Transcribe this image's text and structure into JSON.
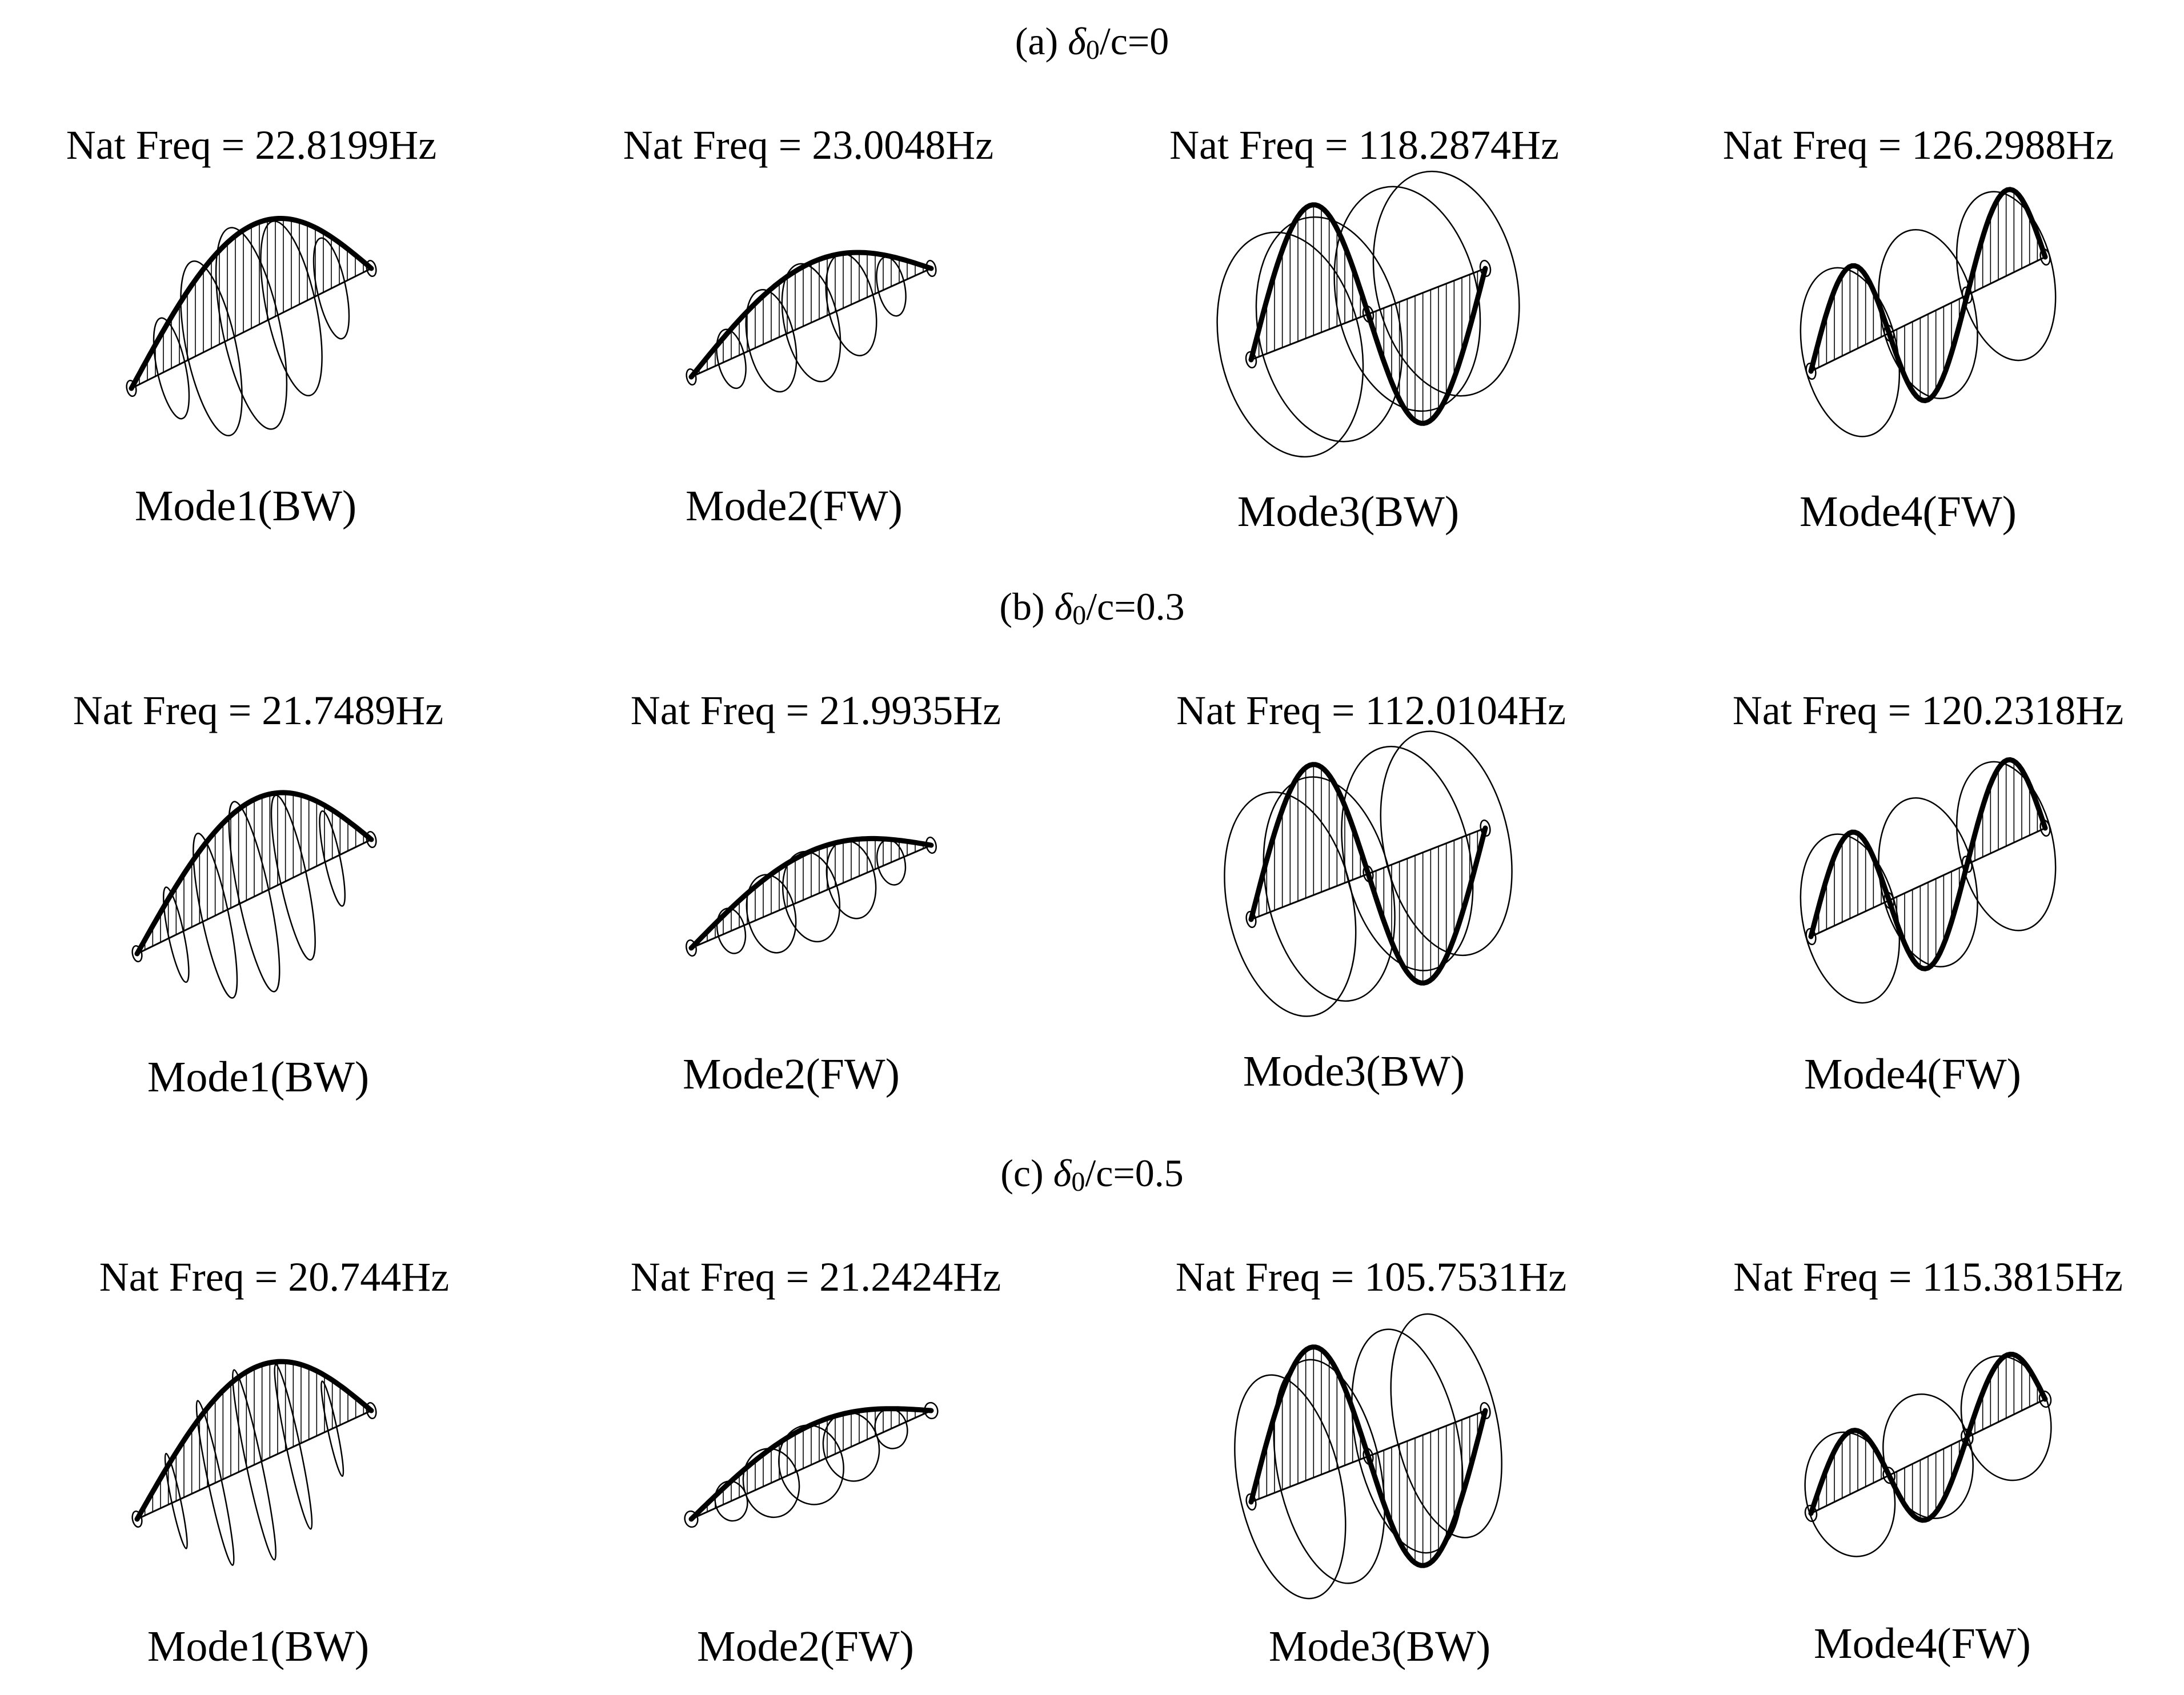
{
  "rows": [
    {
      "prefix": "(a)",
      "delta": "δ",
      "sub": "0",
      "suffix": "/c=0",
      "panels": [
        {
          "freq": "Nat Freq = 22.8199Hz",
          "mode": "Mode1(BW)"
        },
        {
          "freq": "Nat Freq = 23.0048Hz",
          "mode": "Mode2(FW)"
        },
        {
          "freq": "Nat Freq = 118.2874Hz",
          "mode": "Mode3(BW)"
        },
        {
          "freq": "Nat Freq = 126.2988Hz",
          "mode": "Mode4(FW)"
        }
      ]
    },
    {
      "prefix": "(b)",
      "delta": "δ",
      "sub": "0",
      "suffix": "/c=0.3",
      "panels": [
        {
          "freq": "Nat Freq = 21.7489Hz",
          "mode": "Mode1(BW)"
        },
        {
          "freq": "Nat Freq = 21.9935Hz",
          "mode": "Mode2(FW)"
        },
        {
          "freq": "Nat Freq = 112.0104Hz",
          "mode": "Mode3(BW)"
        },
        {
          "freq": "Nat Freq = 120.2318Hz",
          "mode": "Mode4(FW)"
        }
      ]
    },
    {
      "prefix": "(c)",
      "delta": "δ",
      "sub": "0",
      "suffix": "/c=0.5",
      "panels": [
        {
          "freq": "Nat Freq = 20.744Hz",
          "mode": "Mode1(BW)"
        },
        {
          "freq": "Nat Freq = 21.2424Hz",
          "mode": "Mode2(FW)"
        },
        {
          "freq": "Nat Freq = 105.7531Hz",
          "mode": "Mode3(BW)"
        },
        {
          "freq": "Nat Freq = 115.3815Hz",
          "mode": "Mode4(FW)"
        }
      ]
    }
  ]
}
